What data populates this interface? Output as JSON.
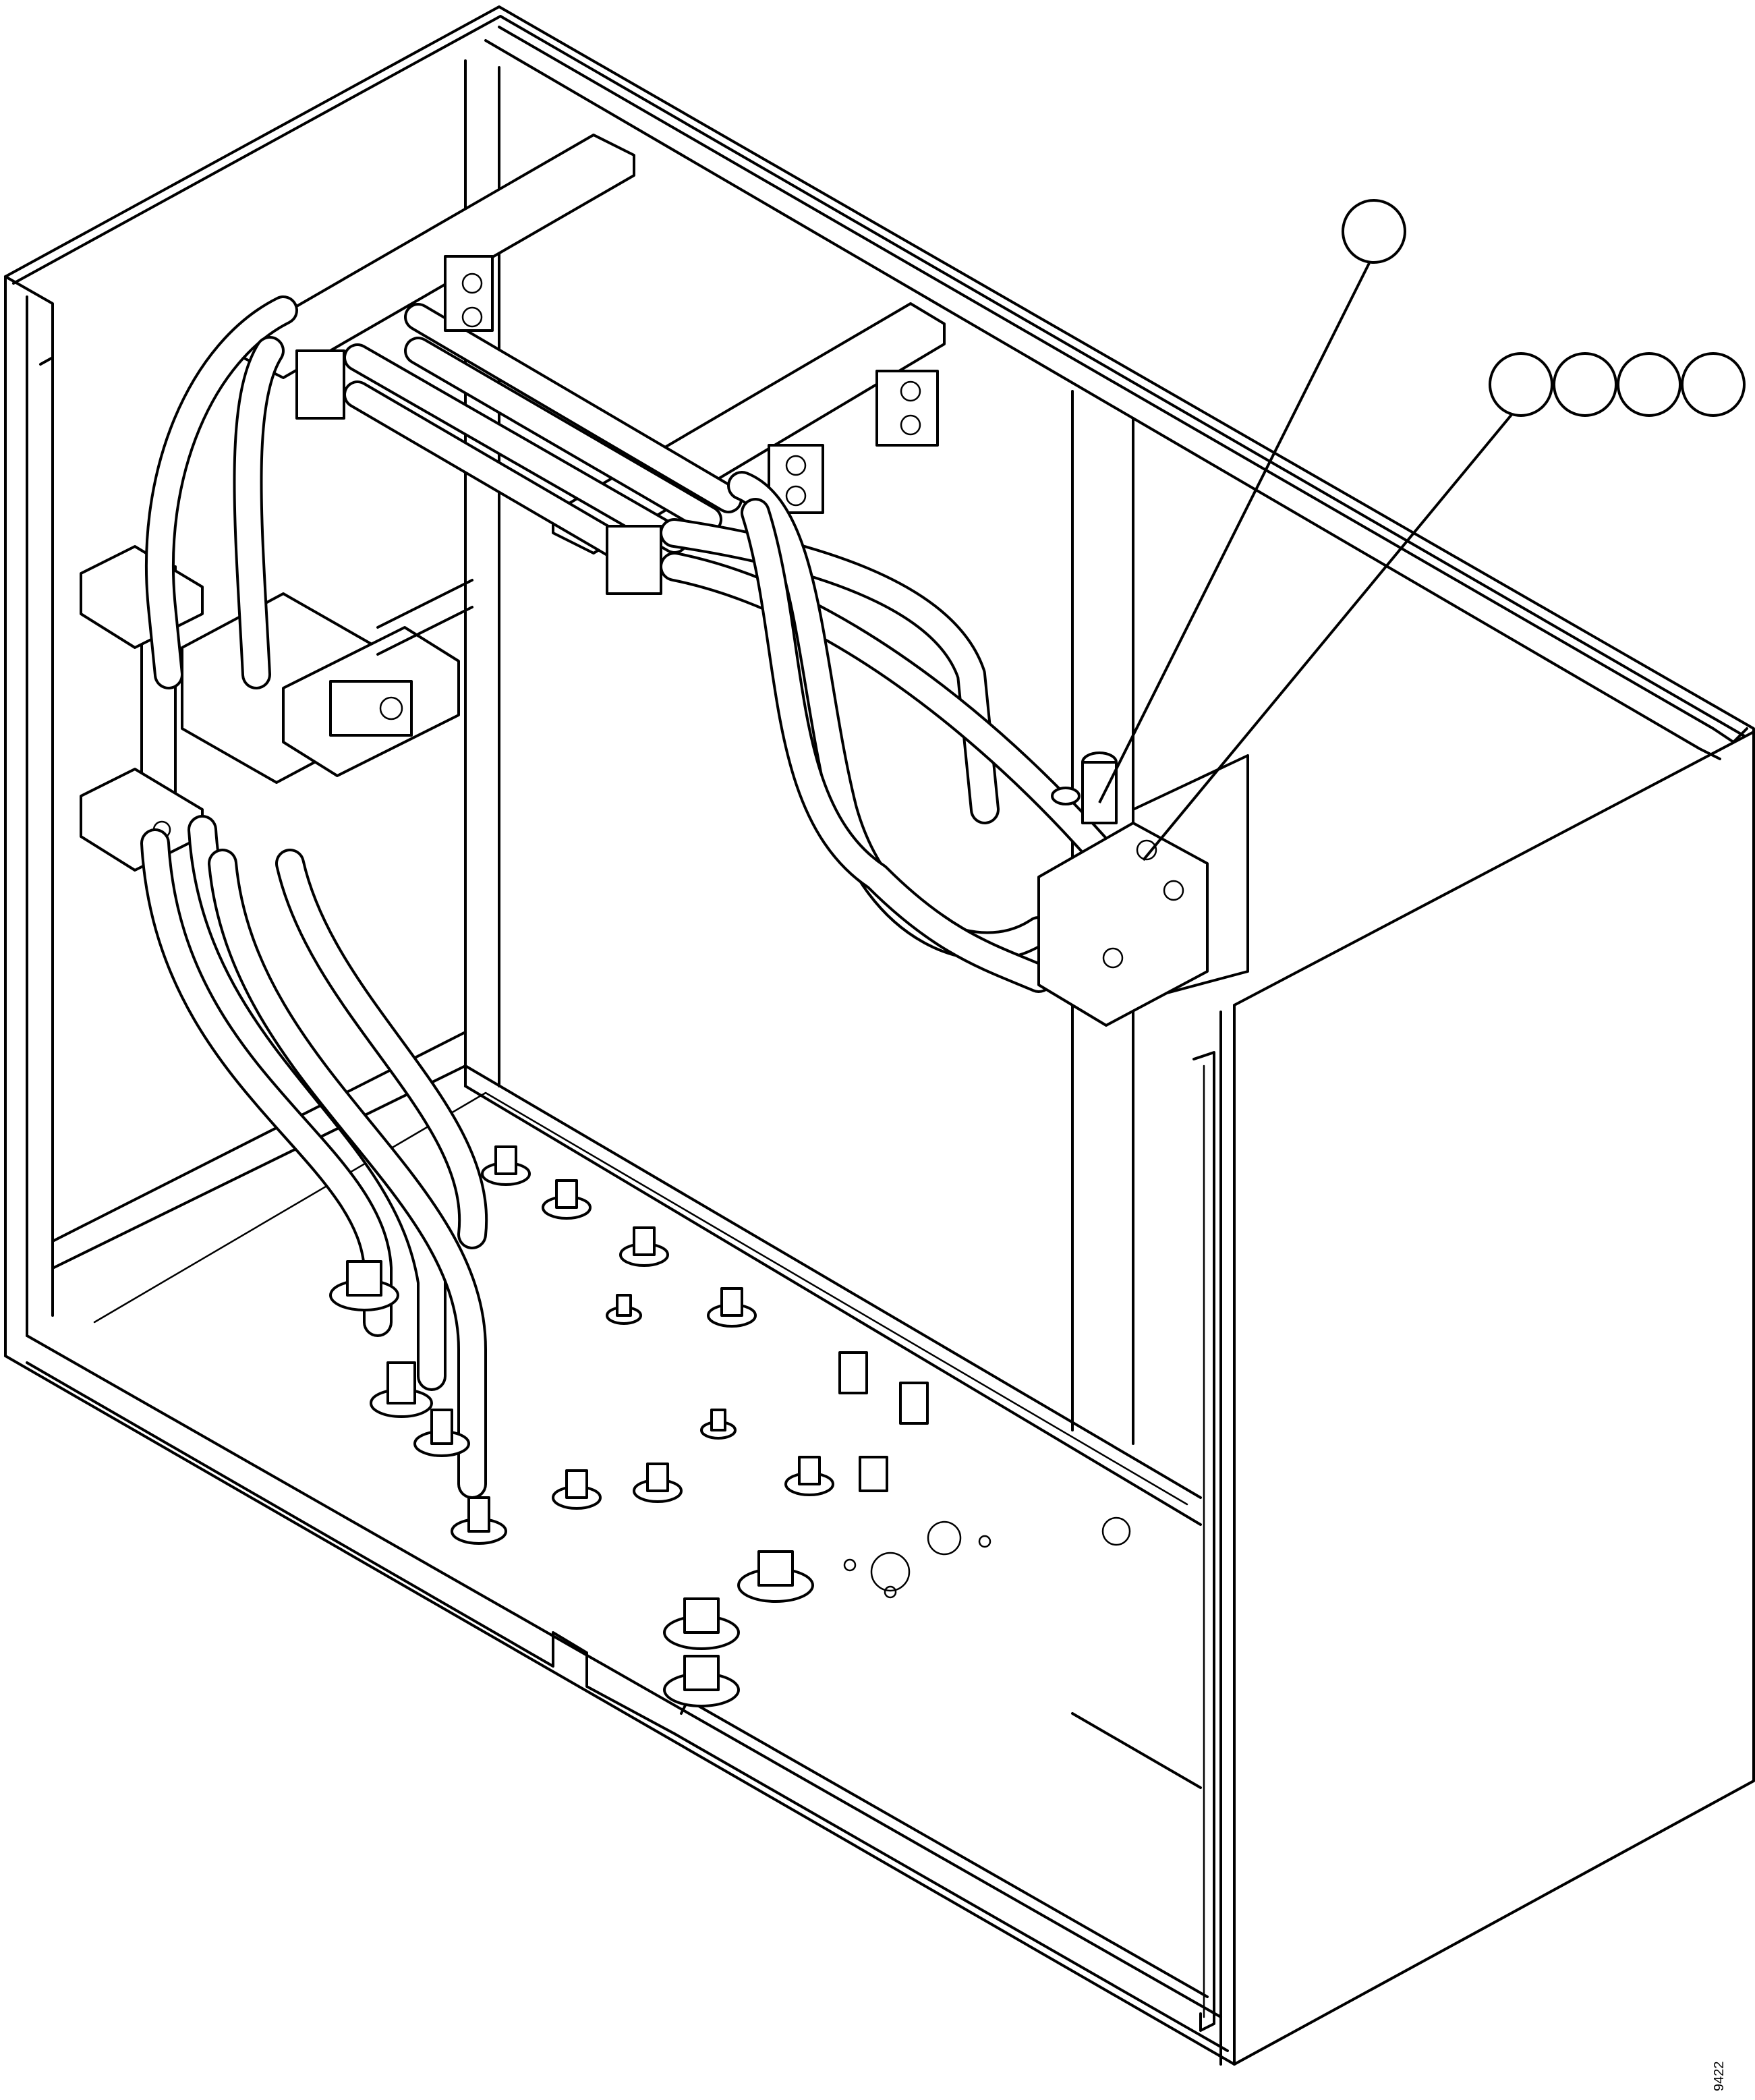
{
  "diagram": {
    "drawing_number": "9422",
    "callout_balloons": [
      {
        "id": "balloon-1",
        "label": ""
      },
      {
        "id": "balloon-2",
        "label": ""
      },
      {
        "id": "balloon-3",
        "label": ""
      },
      {
        "id": "balloon-4",
        "label": ""
      },
      {
        "id": "balloon-5",
        "label": ""
      }
    ]
  }
}
